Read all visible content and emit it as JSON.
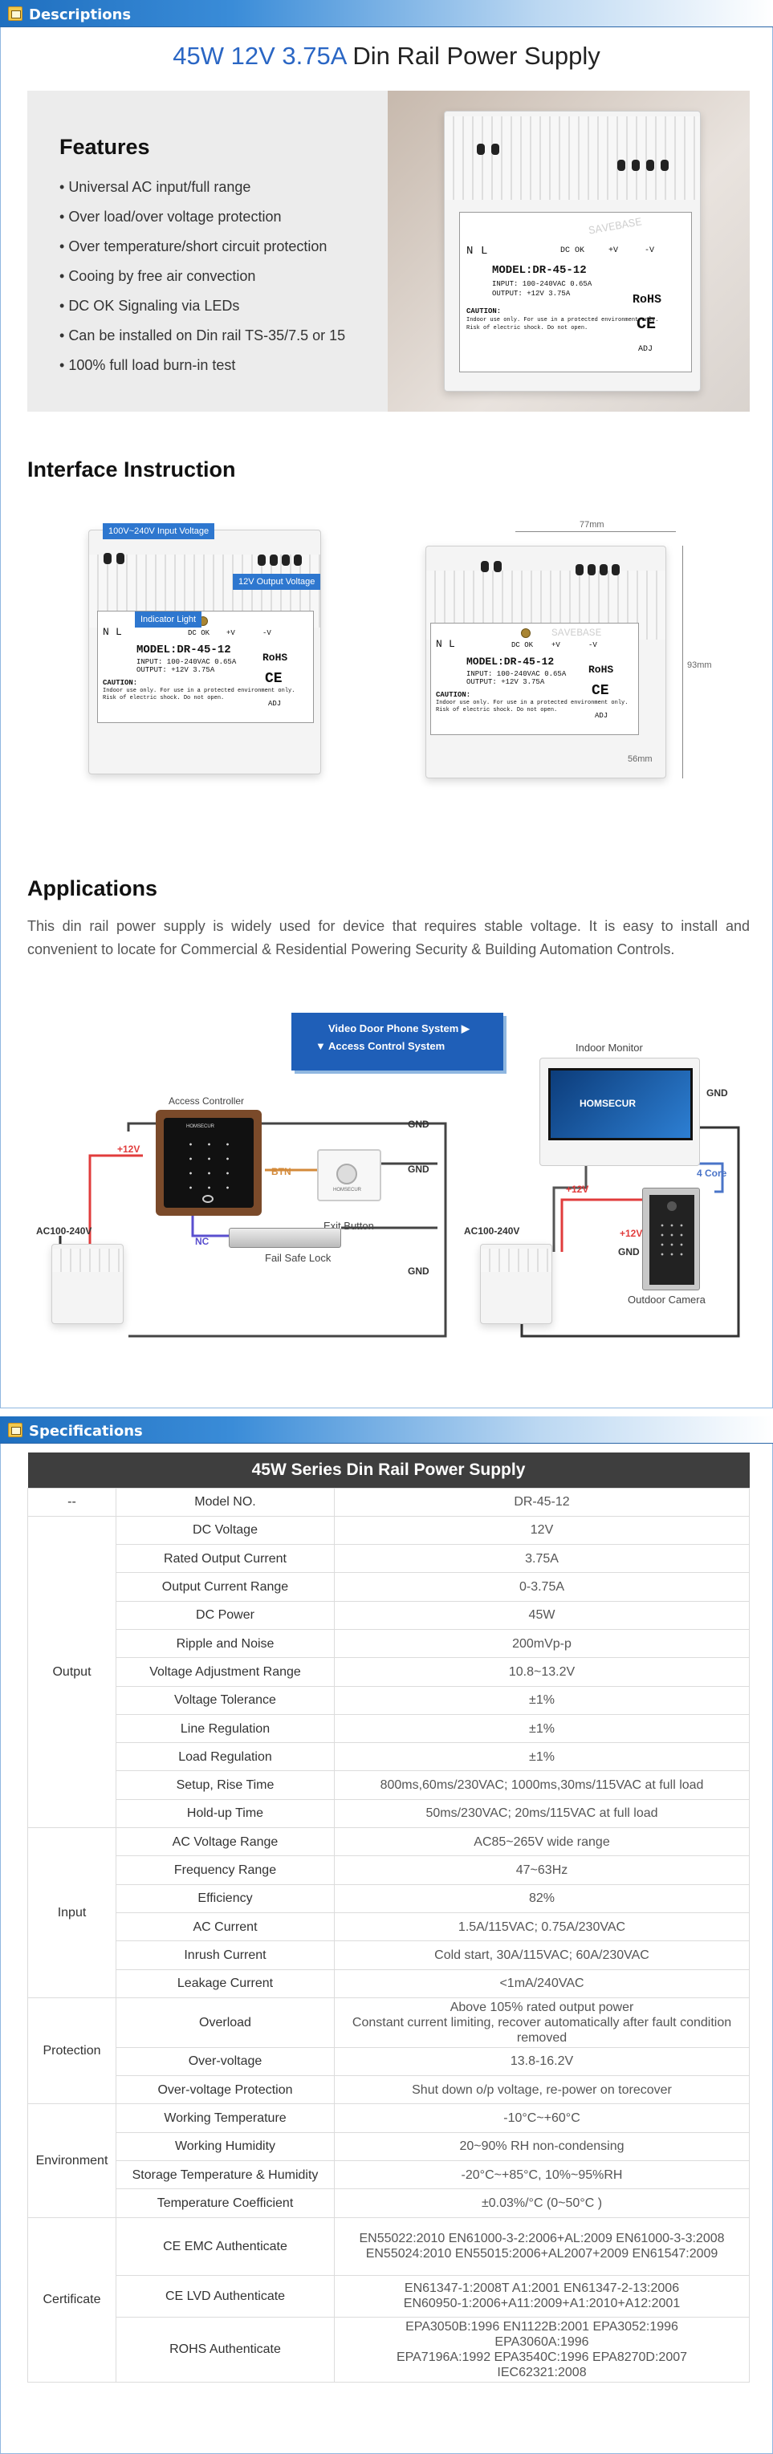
{
  "descriptions_bar": {
    "title": "Descriptions",
    "icon": "notebook-icon"
  },
  "product": {
    "title_accent": "45W 12V 3.75A",
    "title_rest": " Din Rail Power Supply"
  },
  "features": {
    "title": "Features",
    "items": [
      "Universal AC input/full range",
      "Over load/over voltage protection",
      "Over temperature/short circuit protection",
      "Cooing by free air convection",
      "DC OK Signaling via LEDs",
      "Can be installed on Din rail TS-35/7.5 or 15",
      "100% full load burn-in test"
    ]
  },
  "device_label": {
    "dc_ok": "DC OK",
    "plus_v": "+V",
    "minus_v": "-V",
    "n": "N",
    "l": "L",
    "model": "MODEL:DR-45-12",
    "input": "INPUT:  100-240VAC  0.65A",
    "output": "OUTPUT:  +12V     3.75A",
    "caution_title": "CAUTION:",
    "caution_line1": "Indoor use only. For use in a protected environment only.",
    "caution_line2": "Risk of electric shock. Do not open.",
    "rohs": "RoHS",
    "ce": "CE",
    "adj": "ADJ",
    "watermark": "SAVEBASE"
  },
  "interface": {
    "title": "Interface Instruction",
    "callout_input": "100V~240V Input Voltage",
    "callout_output": "12V Output Voltage",
    "callout_indicator": "Indicator Light",
    "dim_width": "77mm",
    "dim_height": "93mm",
    "dim_depth": "56mm"
  },
  "applications": {
    "title": "Applications",
    "text": "This din rail power supply is widely used for device that requires stable voltage. It is easy to install and convenient to locate for Commercial & Residential Powering Security & Building Automation Controls.",
    "banner_line1": "Video Door Phone System ▶",
    "banner_line2": "▼ Access Control System",
    "access_controller": "Access Controller",
    "exit_button": "Exit Button",
    "fail_safe_lock": "Fail Safe Lock",
    "ac_left": "AC100-240V",
    "ac_right": "AC100-240V",
    "plus12_left": "+12V",
    "btn": "BTN",
    "nc": "NC",
    "gnd": "GND",
    "indoor_monitor": "Indoor Monitor",
    "outdoor_camera": "Outdoor Camera",
    "plus12_right": "+12V",
    "four_core": "4 Core",
    "monitor_brand": "HOMSECUR",
    "keypad_brand": "HOMSECUR",
    "exit_brand": "HOMSECUR"
  },
  "specifications_bar": {
    "title": "Specifications",
    "icon": "notebook-icon"
  },
  "spec_table": {
    "title": "45W Series Din Rail Power Supply",
    "model_row": {
      "group": "--",
      "param": "Model NO.",
      "value": "DR-45-12"
    },
    "groups": [
      {
        "name": "Output",
        "rows": [
          [
            "DC Voltage",
            "12V"
          ],
          [
            "Rated Output Current",
            "3.75A"
          ],
          [
            "Output Current Range",
            "0-3.75A"
          ],
          [
            "DC Power",
            "45W"
          ],
          [
            "Ripple and Noise",
            "200mVp-p"
          ],
          [
            "Voltage Adjustment Range",
            "10.8~13.2V"
          ],
          [
            "Voltage Tolerance",
            "±1%"
          ],
          [
            "Line Regulation",
            "±1%"
          ],
          [
            "Load Regulation",
            "±1%"
          ],
          [
            "Setup, Rise Time",
            "800ms,60ms/230VAC; 1000ms,30ms/115VAC at full load"
          ],
          [
            "Hold-up Time",
            "50ms/230VAC; 20ms/115VAC at full load"
          ]
        ]
      },
      {
        "name": "Input",
        "rows": [
          [
            "AC Voltage Range",
            "AC85~265V wide range"
          ],
          [
            "Frequency Range",
            "47~63Hz"
          ],
          [
            "Efficiency",
            "82%"
          ],
          [
            "AC Current",
            "1.5A/115VAC; 0.75A/230VAC"
          ],
          [
            "Inrush Current",
            "Cold start, 30A/115VAC; 60A/230VAC"
          ],
          [
            "Leakage Current",
            "<1mA/240VAC"
          ]
        ]
      },
      {
        "name": "Protection",
        "rows": [
          [
            "Overload",
            "Above 105% rated output power\nConstant current limiting, recover automatically after fault condition removed"
          ],
          [
            "Over-voltage",
            "13.8-16.2V"
          ],
          [
            "Over-voltage Protection",
            "Shut down o/p voltage, re-power on torecover"
          ]
        ]
      },
      {
        "name": "Environment",
        "rows": [
          [
            "Working Temperature",
            "-10°C~+60°C"
          ],
          [
            "Working Humidity",
            "20~90% RH non-condensing"
          ],
          [
            "Storage Temperature & Humidity",
            "-20°C~+85°C, 10%~95%RH"
          ],
          [
            "Temperature Coefficient",
            "±0.03%/°C (0~50°C )"
          ]
        ]
      },
      {
        "name": "Certificate",
        "rows": [
          [
            "CE EMC Authenticate",
            "EN55022:2010 EN61000-3-2:2006+AL:2009 EN61000-3-3:2008\nEN55024:2010 EN55015:2006+AL2007+2009 EN61547:2009"
          ],
          [
            "CE LVD Authenticate",
            "EN61347-1:2008T A1:2001 EN61347-2-13:2006\nEN60950-1:2006+A11:2009+A1:2010+A12:2001"
          ],
          [
            "ROHS Authenticate",
            "EPA3050B:1996 EN1122B:2001 EPA3052:1996\nEPA3060A:1996\nEPA7196A:1992 EPA3540C:1996 EPA8270D:2007\nIEC62321:2008"
          ]
        ]
      }
    ]
  }
}
